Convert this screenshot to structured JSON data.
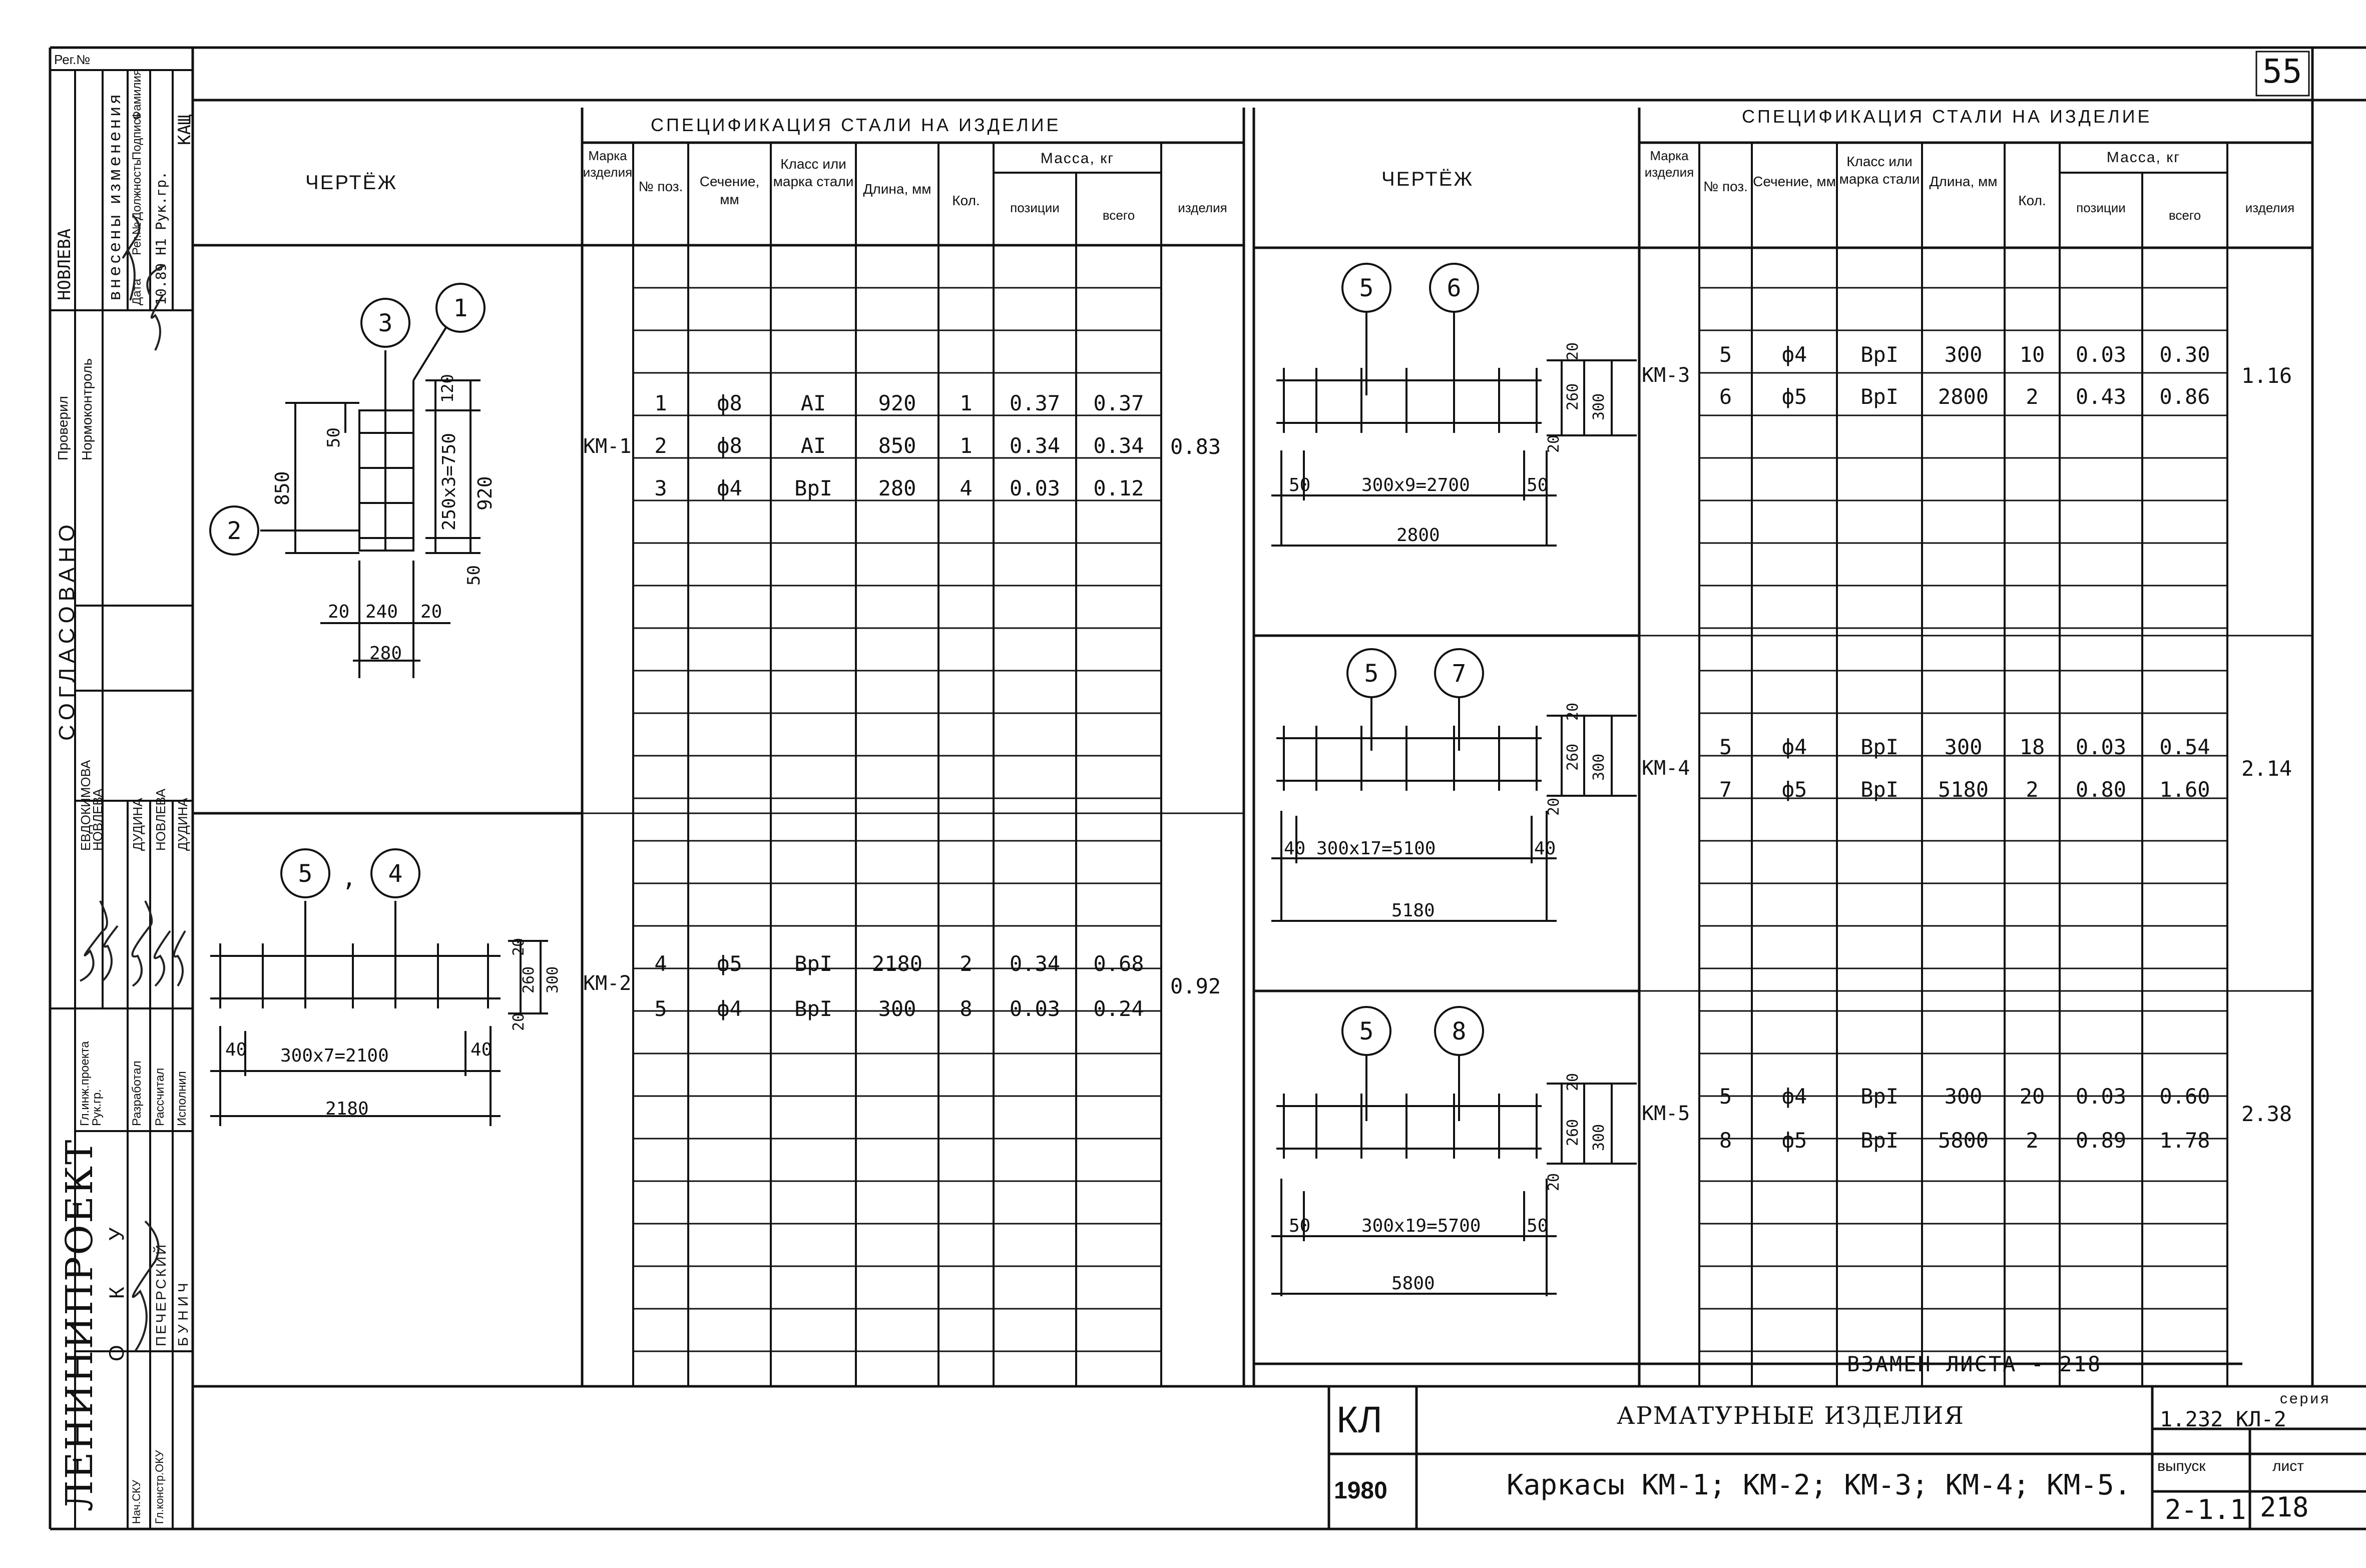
{
  "sheet_number": "55",
  "left_table": {
    "spec_title": "СПЕЦИФИКАЦИЯ СТАЛИ НА ИЗДЕЛИЕ",
    "drawing_label": "ЧЕРТЁЖ",
    "headers": {
      "mark": "Марка изделия",
      "pos": "№ поз.",
      "section": "Сечение, мм",
      "class": "Класс или марка стали",
      "length": "Длина, мм",
      "qty": "Кол.",
      "mass": "Масса, кг",
      "mass_pos": "позиции",
      "mass_total": "всего",
      "mass_item": "изделия"
    },
    "groups": [
      {
        "mark": "КМ-1",
        "item_mass": "0.83",
        "rows": [
          {
            "pos": "1",
            "section": "ф8",
            "class": "АI",
            "length": "920",
            "qty": "1",
            "mpos": "0.37",
            "mtot": "0.37"
          },
          {
            "pos": "2",
            "section": "ф8",
            "class": "АI",
            "length": "850",
            "qty": "1",
            "mpos": "0.34",
            "mtot": "0.34"
          },
          {
            "pos": "3",
            "section": "ф4",
            "class": "ВрI",
            "length": "280",
            "qty": "4",
            "mpos": "0.03",
            "mtot": "0.12"
          }
        ]
      },
      {
        "mark": "КМ-2",
        "item_mass": "0.92",
        "rows": [
          {
            "pos": "4",
            "section": "ф5",
            "class": "ВрI",
            "length": "2180",
            "qty": "2",
            "mpos": "0.34",
            "mtot": "0.68"
          },
          {
            "pos": "5",
            "section": "ф4",
            "class": "ВрI",
            "length": "300",
            "qty": "8",
            "mpos": "0.03",
            "mtot": "0.24"
          }
        ]
      }
    ]
  },
  "right_table": {
    "spec_title": "СПЕЦИФИКАЦИЯ СТАЛИ НА ИЗДЕЛИЕ",
    "drawing_label": "ЧЕРТЁЖ",
    "groups": [
      {
        "mark": "КМ-3",
        "item_mass": "1.16",
        "rows": [
          {
            "pos": "5",
            "section": "ф4",
            "class": "ВрI",
            "length": "300",
            "qty": "10",
            "mpos": "0.03",
            "mtot": "0.30"
          },
          {
            "pos": "6",
            "section": "ф5",
            "class": "ВрI",
            "length": "2800",
            "qty": "2",
            "mpos": "0.43",
            "mtot": "0.86"
          }
        ]
      },
      {
        "mark": "КМ-4",
        "item_mass": "2.14",
        "rows": [
          {
            "pos": "5",
            "section": "ф4",
            "class": "ВрI",
            "length": "300",
            "qty": "18",
            "mpos": "0.03",
            "mtot": "0.54"
          },
          {
            "pos": "7",
            "section": "ф5",
            "class": "ВрI",
            "length": "5180",
            "qty": "2",
            "mpos": "0.80",
            "mtot": "1.60"
          }
        ]
      },
      {
        "mark": "КМ-5",
        "item_mass": "2.38",
        "rows": [
          {
            "pos": "5",
            "section": "ф4",
            "class": "ВрI",
            "length": "300",
            "qty": "20",
            "mpos": "0.03",
            "mtot": "0.60"
          },
          {
            "pos": "8",
            "section": "ф5",
            "class": "ВрI",
            "length": "5800",
            "qty": "2",
            "mpos": "0.89",
            "mtot": "1.78"
          }
        ]
      }
    ]
  },
  "drawings": {
    "km1": {
      "callouts": [
        "3",
        "1",
        "2"
      ],
      "dims": {
        "h850": "850",
        "h50a": "50",
        "h50b": "50",
        "h920": "920",
        "h120": "120",
        "inner": "250х3=750",
        "w20a": "20",
        "w240": "240",
        "w20b": "20",
        "w280": "280"
      }
    },
    "km2": {
      "callouts": [
        "5",
        "4"
      ],
      "sep": ",",
      "dims": {
        "left": "40",
        "mid": "300х7=2100",
        "right": "40",
        "total": "2180",
        "h20a": "20",
        "h260": "260",
        "h20b": "20",
        "h300": "300"
      }
    },
    "km3": {
      "callouts": [
        "5",
        "6"
      ],
      "dims": {
        "left": "50",
        "mid": "300х9=2700",
        "right": "50",
        "total": "2800",
        "h20a": "20",
        "h260": "260",
        "h20b": "20",
        "h300": "300"
      }
    },
    "km4": {
      "callouts": [
        "5",
        "7"
      ],
      "dims": {
        "left": "40",
        "mid": "300х17=5100",
        "right": "40",
        "total": "5180",
        "h20a": "20",
        "h260": "260",
        "h20b": "20",
        "h300": "300"
      }
    },
    "km5": {
      "callouts": [
        "5",
        "8"
      ],
      "dims": {
        "left": "50",
        "mid": "300х19=5700",
        "right": "50",
        "total": "5800",
        "h20a": "20",
        "h260": "260",
        "h20b": "20",
        "h300": "300"
      }
    }
  },
  "replaces": "ВЗАМЕН ЛИСТА - 218",
  "title_block": {
    "org_code": "КЛ",
    "year": "1980",
    "title1": "АРМАТУРНЫЕ ИЗДЕЛИЯ",
    "title2": "Каркасы КМ-1; КМ-2; КМ-3; КМ-4; КМ-5.",
    "series_label": "серия",
    "series_value": "1.232 КЛ-2",
    "issue_label": "выпуск",
    "issue_value": "2-1.1",
    "sheet_label": "лист",
    "sheet_value": "218"
  },
  "side_stamp": {
    "reg_no": "Рег.№",
    "institute": "ЛЕНИНИПРОЕКТ",
    "oku": "О К У",
    "agreed": "СОГЛАСОВАНО",
    "checked": "Проверил",
    "norm": "Нормоконтроль",
    "changes": "внесены изменения",
    "cols": [
      "Дата",
      "Рег.№",
      "Должность",
      "Подпись",
      "Фамилия"
    ],
    "change_row": [
      "10.89",
      "Н1",
      "Рук.гр.",
      "",
      "КАЩ"
    ],
    "checker_name": "НОВЛЕВА",
    "names_a": [
      "ЕВДОКИМОВА",
      "НОВЛЕВА"
    ],
    "names_b": [
      "ДУДИНА",
      "НОВЛЕВА",
      "ДУДИНА"
    ],
    "roles_a": [
      "Гл.инж.проекта",
      "Рук.гр."
    ],
    "roles_b": [
      "Разработал",
      "Рассчитал",
      "Исполнил"
    ],
    "names_c": [
      "ПЕЧЕРСКИЙ",
      "БУНИЧ"
    ],
    "roles_c": [
      "Нач.СКУ",
      "Гл.констр.ОКУ"
    ]
  }
}
